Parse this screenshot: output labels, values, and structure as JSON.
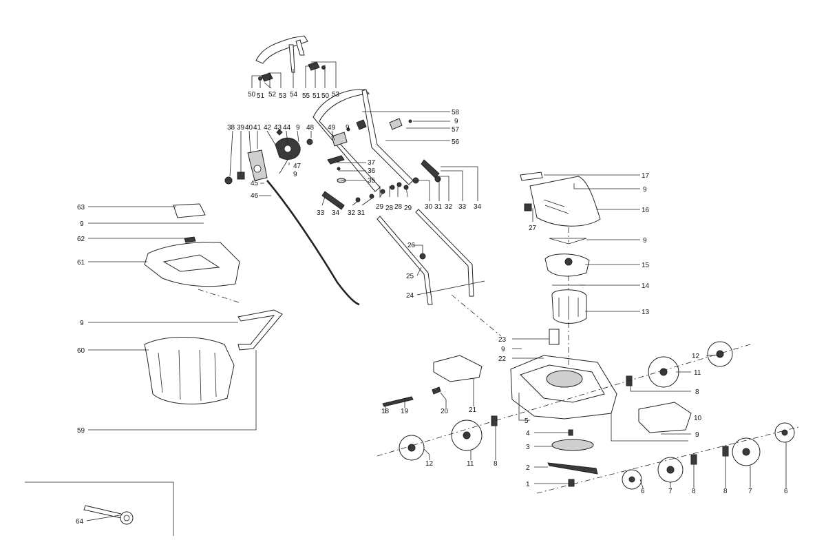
{
  "labels": {
    "l50a": "50",
    "l51a": "51",
    "l52": "52",
    "l53a": "53",
    "l54": "54",
    "l55": "55",
    "l51b": "51",
    "l50b": "50",
    "l53b": "53",
    "l58": "58",
    "l9a": "9",
    "l57": "57",
    "l56": "56",
    "l38": "38",
    "l39": "39",
    "l40": "40",
    "l41": "41",
    "l42": "42",
    "l43": "43",
    "l44": "44",
    "l9b": "9",
    "l48": "48",
    "l49": "49",
    "l9c": "9",
    "l37": "37",
    "l36": "36",
    "l35": "35",
    "l47": "47",
    "l9d": "9",
    "l45": "45",
    "l46": "46",
    "l33a": "33",
    "l34a": "34",
    "l32a": "32",
    "l31a": "31",
    "l29a": "29",
    "l28a": "28",
    "l28b": "28",
    "l29b": "29",
    "l30": "30",
    "l31b": "31",
    "l32b": "32",
    "l33b": "33",
    "l34b": "34",
    "l17": "17",
    "l9e": "9",
    "l16": "16",
    "l27": "27",
    "l9f": "9",
    "l63": "63",
    "l9g": "9",
    "l62": "62",
    "l61": "61",
    "l26": "26",
    "l25": "25",
    "l24": "24",
    "l15": "15",
    "l14": "14",
    "l13": "13",
    "l9h": "9",
    "l60": "60",
    "l23": "23",
    "l9i": "9",
    "l22": "22",
    "l12a": "12",
    "l11a": "11",
    "l8a": "8",
    "l18": "18",
    "l19": "19",
    "l20": "20",
    "l21": "21",
    "l5": "5",
    "l10": "10",
    "l9j": "9",
    "l4": "4",
    "l3": "3",
    "l59": "59",
    "l12b": "12",
    "l11b": "11",
    "l8b": "8",
    "l2": "2",
    "l1": "1",
    "l6a": "6",
    "l7a": "7",
    "l8c": "8",
    "l8d": "8",
    "l7b": "7",
    "l6b": "6",
    "l64": "64"
  }
}
